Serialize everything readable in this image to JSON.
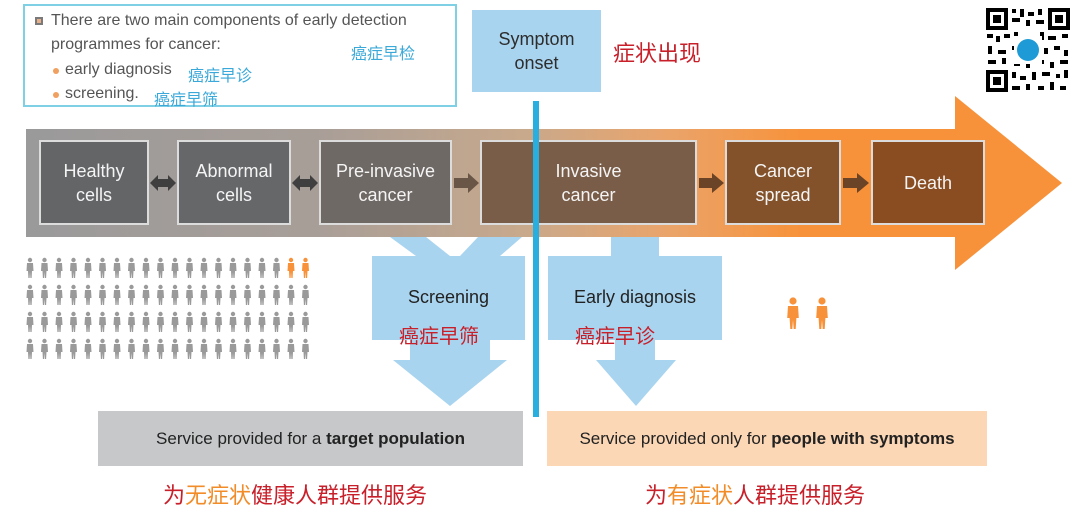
{
  "info_box": {
    "line1": "There are two main components of early detection",
    "line2": "programmes for cancer:",
    "line2_cn": "癌症早检",
    "bullet1": "early diagnosis",
    "bullet1_cn": "癌症早诊",
    "bullet2": "screening.",
    "bullet2_cn": "癌症早筛"
  },
  "symptom": {
    "line1": "Symptom",
    "line2": "onset",
    "cn": "症状出现"
  },
  "stages": [
    {
      "line1": "Healthy",
      "line2": "cells"
    },
    {
      "line1": "Abnormal",
      "line2": "cells"
    },
    {
      "line1": "Pre-invasive",
      "line2": "cancer"
    },
    {
      "line1": "Invasive",
      "line2": "cancer"
    },
    {
      "line1": "Cancer",
      "line2": "spread"
    },
    {
      "line1": "Death",
      "line2": ""
    }
  ],
  "screening": {
    "label": "Screening",
    "cn": "癌症早筛"
  },
  "early_diagnosis": {
    "label": "Early diagnosis",
    "cn": "癌症早诊"
  },
  "service_target": {
    "prefix": "Service provided for a ",
    "bold": "target population"
  },
  "service_symptoms": {
    "prefix": "Service provided only for ",
    "bold": "people with symptoms"
  },
  "caption_left": {
    "part1": "为",
    "part2": "无症状",
    "part3": "健康人群提供服务"
  },
  "caption_right": {
    "part1": "为",
    "part2": "有症状",
    "part3": "人群提供服务"
  },
  "colors": {
    "accent_blue": "#a9d4ef",
    "line_blue": "#29aee0",
    "arrow_orange": "#f7923a",
    "arrow_grey": "#9a9a9a",
    "caption_red": "#c8202a",
    "caption_orange": "#f28c28"
  },
  "icons": [
    "person-icon",
    "qr-code-icon",
    "double-arrow-icon",
    "right-arrow-icon"
  ]
}
